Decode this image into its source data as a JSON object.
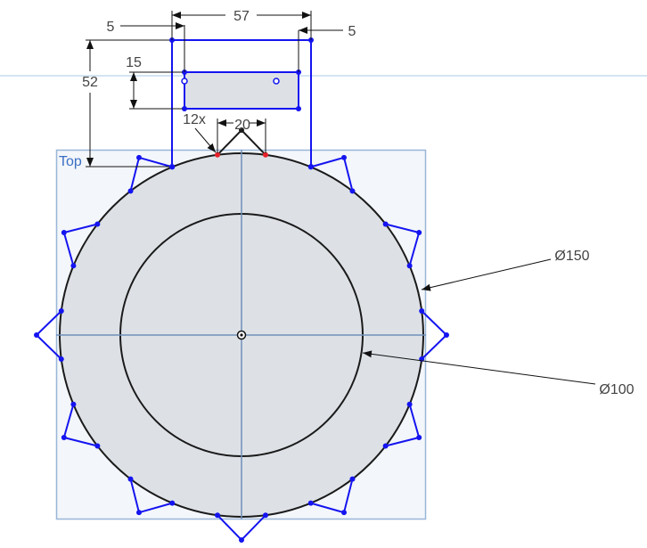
{
  "viewport": {
    "plane_label": "Top",
    "colors": {
      "sketch": "#1414f0",
      "geometry": "#1a1a1a",
      "constraint_point": "#e8202a",
      "plane": "#9ab6d8",
      "plane_fill": "#f3f6fa",
      "face_fill": "#dde1e6",
      "axis": "#6f8fb8",
      "dimension": "#444444"
    }
  },
  "gear": {
    "tooth_count": 12
  },
  "dimensions": {
    "width": "57",
    "left_offset": "5",
    "right_offset": "5",
    "height": "52",
    "slot_height": "15",
    "tooth_width": "20",
    "pattern_count": "12x",
    "outer_diameter": "Ø150",
    "inner_diameter": "Ø100"
  }
}
